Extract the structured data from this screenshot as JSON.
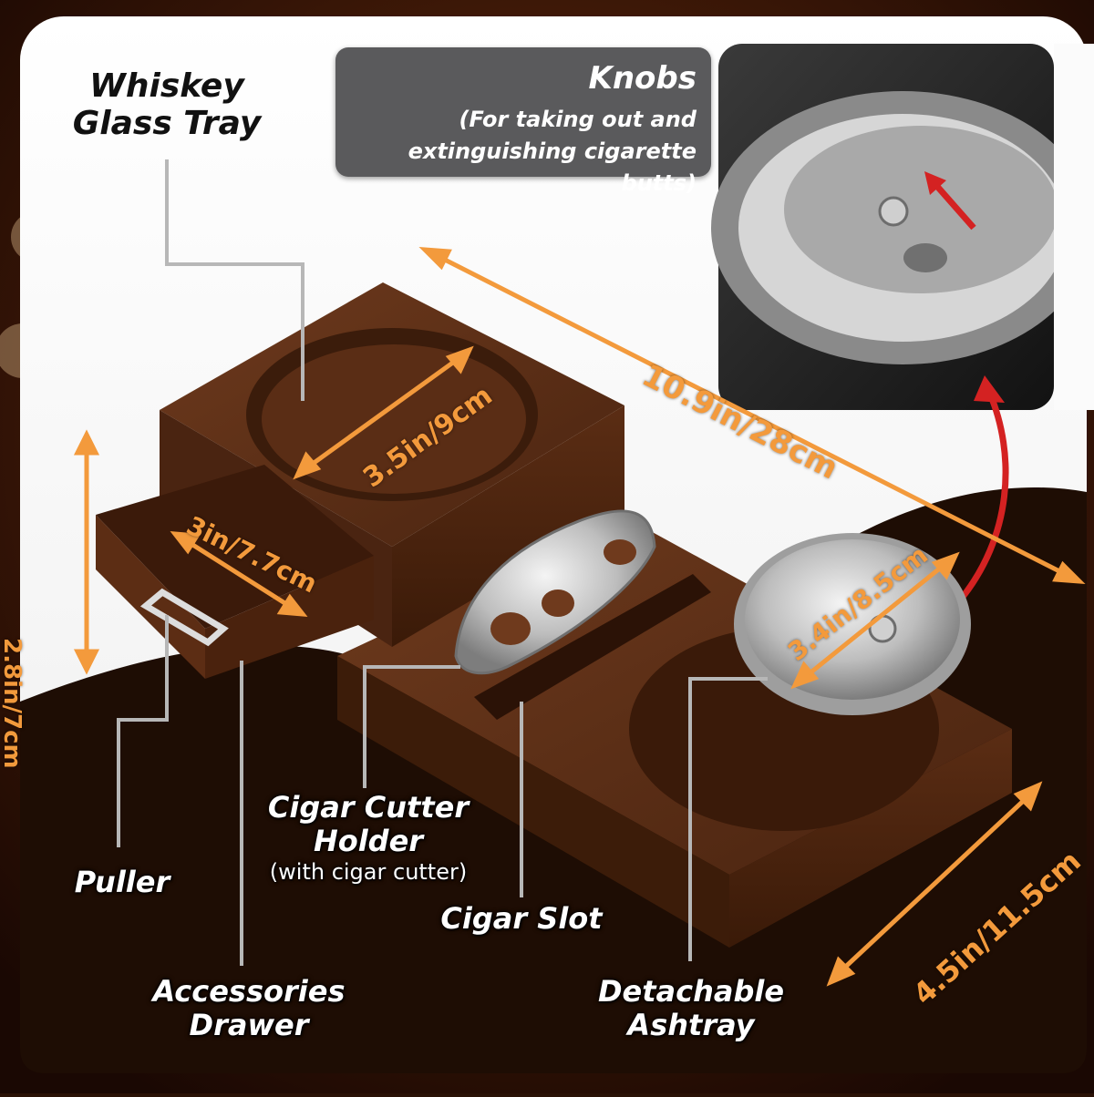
{
  "labels": {
    "whiskey_glass_tray": [
      "Whiskey",
      "Glass Tray"
    ],
    "knobs_title": "Knobs",
    "knobs_desc": [
      "(For taking out and",
      "extinguishing cigarette butts)"
    ],
    "puller": "Puller",
    "accessories_drawer": [
      "Accessories",
      "Drawer"
    ],
    "cigar_cutter_holder": [
      "Cigar Cutter",
      "Holder"
    ],
    "cigar_cutter_note": "(with cigar cutter)",
    "cigar_slot": "Cigar Slot",
    "detachable_ashtray": [
      "Detachable",
      "Ashtray"
    ]
  },
  "dimensions": {
    "length": "10.9in/28cm",
    "height": "2.8in/7cm",
    "glass_tray": "3.5in/9cm",
    "drawer": "3in/7.7cm",
    "ashtray": "3.4in/8.5cm",
    "width": "4.5in/11.5cm"
  },
  "colors": {
    "accent": "#f39a3c",
    "wood": "#5b2e16",
    "frame": "#fbfbfb",
    "callout_box": "#5a5a5c",
    "arrow_red": "#d42222"
  }
}
